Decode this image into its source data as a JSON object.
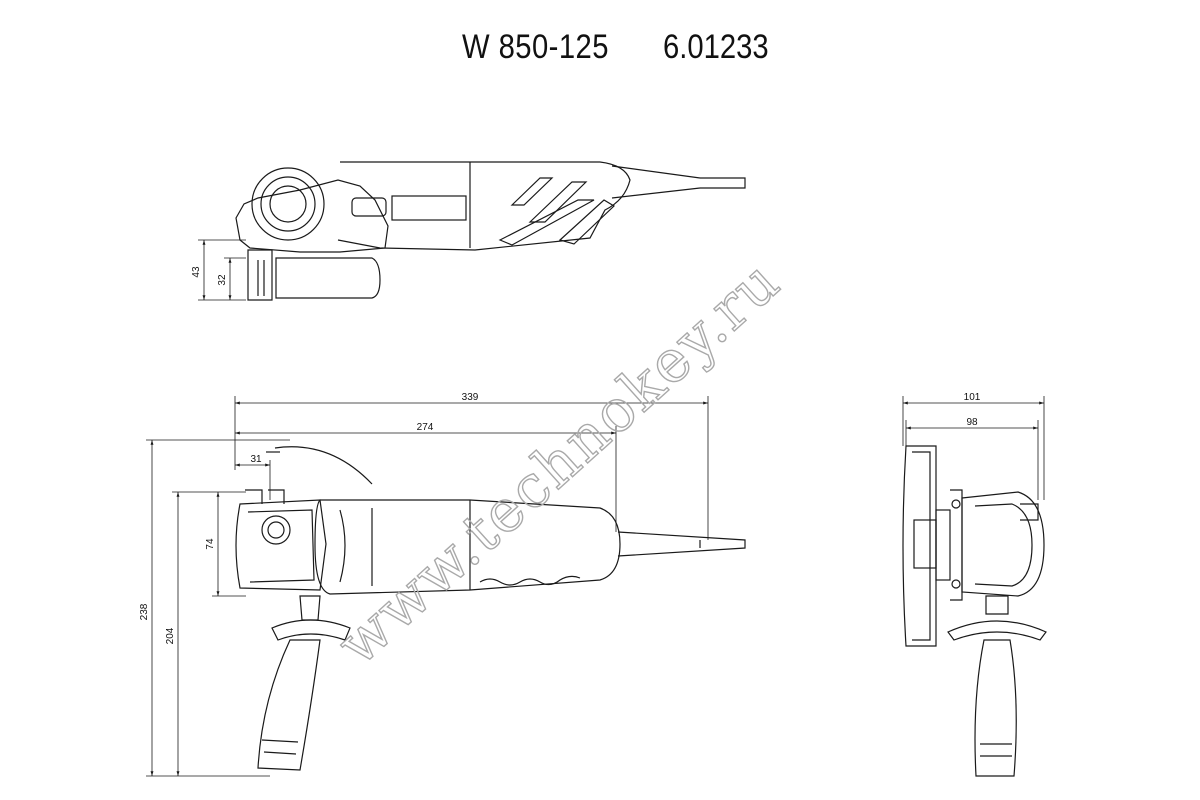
{
  "header": {
    "model": "W 850-125",
    "article_number": "6.01233"
  },
  "dimensions": {
    "top_view": {
      "h_43": "43",
      "h_32": "32"
    },
    "side_view": {
      "len_339": "339",
      "len_274": "274",
      "len_31": "31",
      "h_74": "74",
      "h_238": "238",
      "h_204": "204"
    },
    "front_view": {
      "w_101": "101",
      "w_98": "98"
    }
  },
  "watermark": {
    "text": "www.technokey.ru"
  },
  "colors": {
    "line": "#1a1a1a",
    "watermark": "#a9a9a9"
  }
}
